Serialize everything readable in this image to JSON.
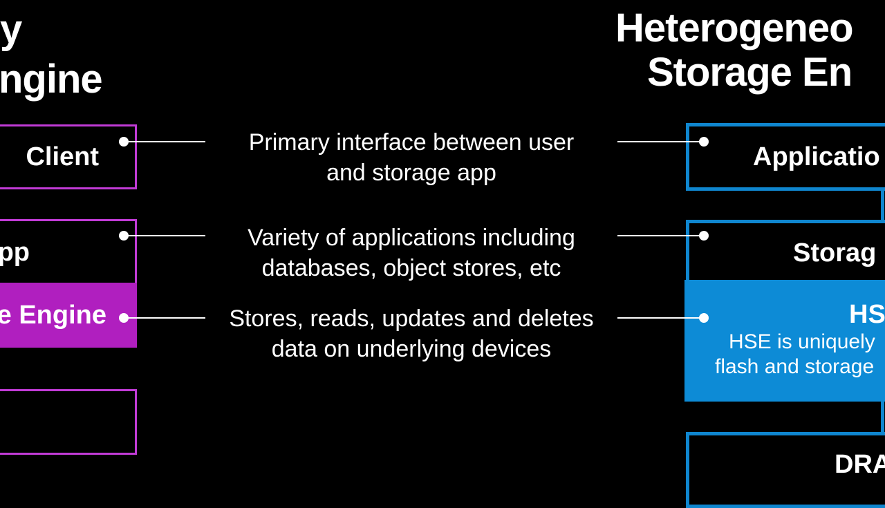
{
  "left": {
    "title_line1": "y",
    "title_line2": "ngine",
    "boxes": [
      {
        "label": "Client"
      },
      {
        "label": "pp"
      },
      {
        "label": "e Engine"
      },
      {
        "label": ""
      }
    ]
  },
  "right": {
    "title_line1": "Heterogeneo",
    "title_line2": "Storage En",
    "boxes": [
      {
        "label": "Applicatio"
      },
      {
        "label": "Storag"
      },
      {
        "label": "HS",
        "desc_line1": "HSE is uniquely",
        "desc_line2": "flash and storage"
      },
      {
        "label": "DRA"
      }
    ]
  },
  "descriptions": [
    {
      "line1": "Primary interface between user",
      "line2": "and storage app"
    },
    {
      "line1": "Variety of applications including",
      "line2": "databases, object stores, etc"
    },
    {
      "line1": "Stores, reads, updates and deletes",
      "line2": "data on underlying devices"
    }
  ],
  "colors": {
    "background": "#000000",
    "left_accent": "#b01fbf",
    "right_accent": "#0d8bd6",
    "text": "#ffffff"
  }
}
